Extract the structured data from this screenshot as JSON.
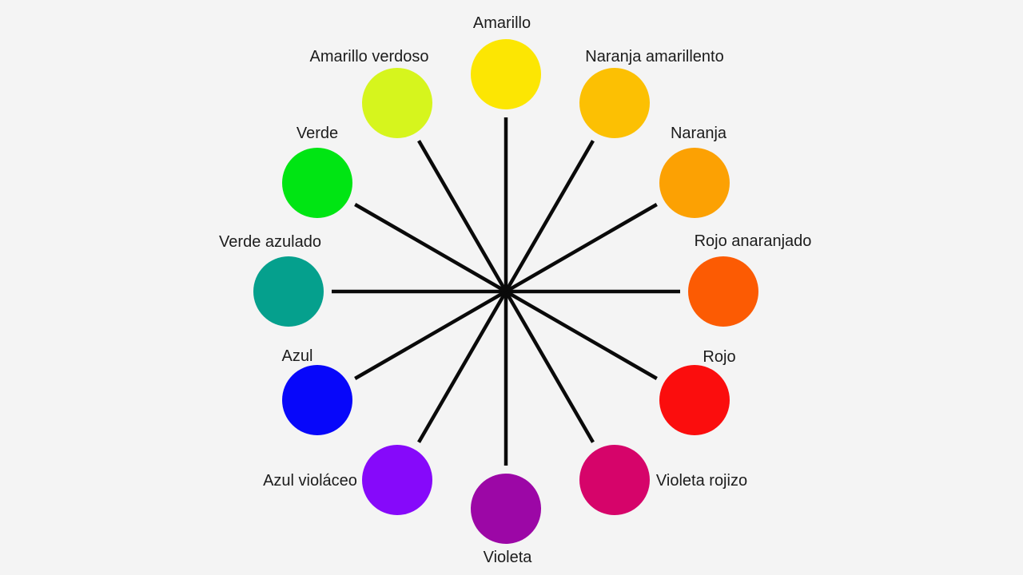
{
  "diagram": {
    "background_color": "#f4f4f4",
    "spoke_color": "#0a0a0a",
    "label_text_color": "#1c1c1c",
    "wheel": {
      "items": [
        {
          "label": "Amarillo",
          "color": "#fce603"
        },
        {
          "label": "Naranja amarillento",
          "color": "#fcc003"
        },
        {
          "label": "Naranja",
          "color": "#fca103"
        },
        {
          "label": "Rojo anaranjado",
          "color": "#fc5b03"
        },
        {
          "label": "Rojo",
          "color": "#fb0d0d"
        },
        {
          "label": "Violeta rojizo",
          "color": "#d6046a"
        },
        {
          "label": "Violeta",
          "color": "#9c07a6"
        },
        {
          "label": "Azul violáceo",
          "color": "#8609fa"
        },
        {
          "label": "Azul",
          "color": "#0707fa"
        },
        {
          "label": "Verde azulado",
          "color": "#05a08d"
        },
        {
          "label": "Verde",
          "color": "#00e513"
        },
        {
          "label": "Amarillo verdoso",
          "color": "#d6f51d"
        }
      ]
    }
  }
}
